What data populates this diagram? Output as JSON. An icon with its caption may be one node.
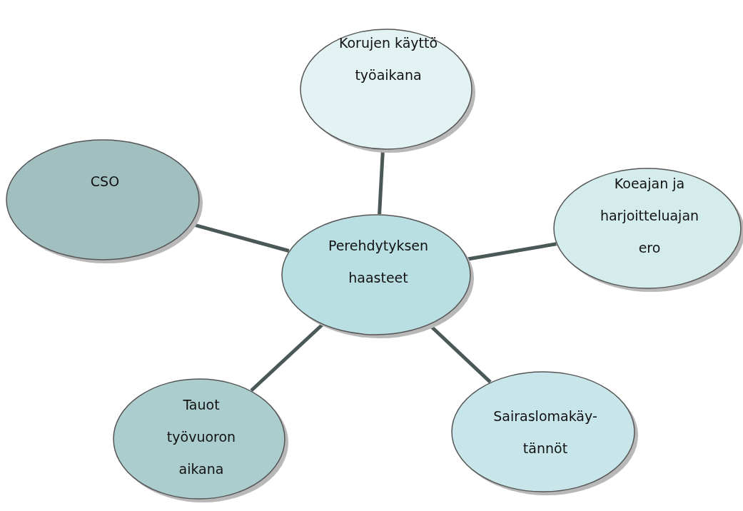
{
  "diagram": {
    "nodes": [
      {
        "text": [
          "Korujen käyttö työaikana"
        ]
      },
      {
        "text": [
          "CSO"
        ]
      },
      {
        "text": [
          "Koeajan ja harjoitteluajan ero"
        ]
      },
      {
        "text": [
          "Perehdytyksen haasteet"
        ]
      },
      {
        "text": [
          "Tauot työvuoron aikana"
        ]
      },
      {
        "text": [
          "Sairaslomakäy- tännöt"
        ]
      }
    ],
    "edges": [
      {
        "from": 3,
        "to": 0,
        "arrow": "none"
      },
      {
        "from": 3,
        "to": 1,
        "arrow": "none"
      },
      {
        "from": 3,
        "to": 2,
        "arrow": "none"
      },
      {
        "from": 3,
        "to": 4,
        "arrow": "none"
      },
      {
        "from": 3,
        "to": 5,
        "arrow": "none"
      }
    ]
  }
}
